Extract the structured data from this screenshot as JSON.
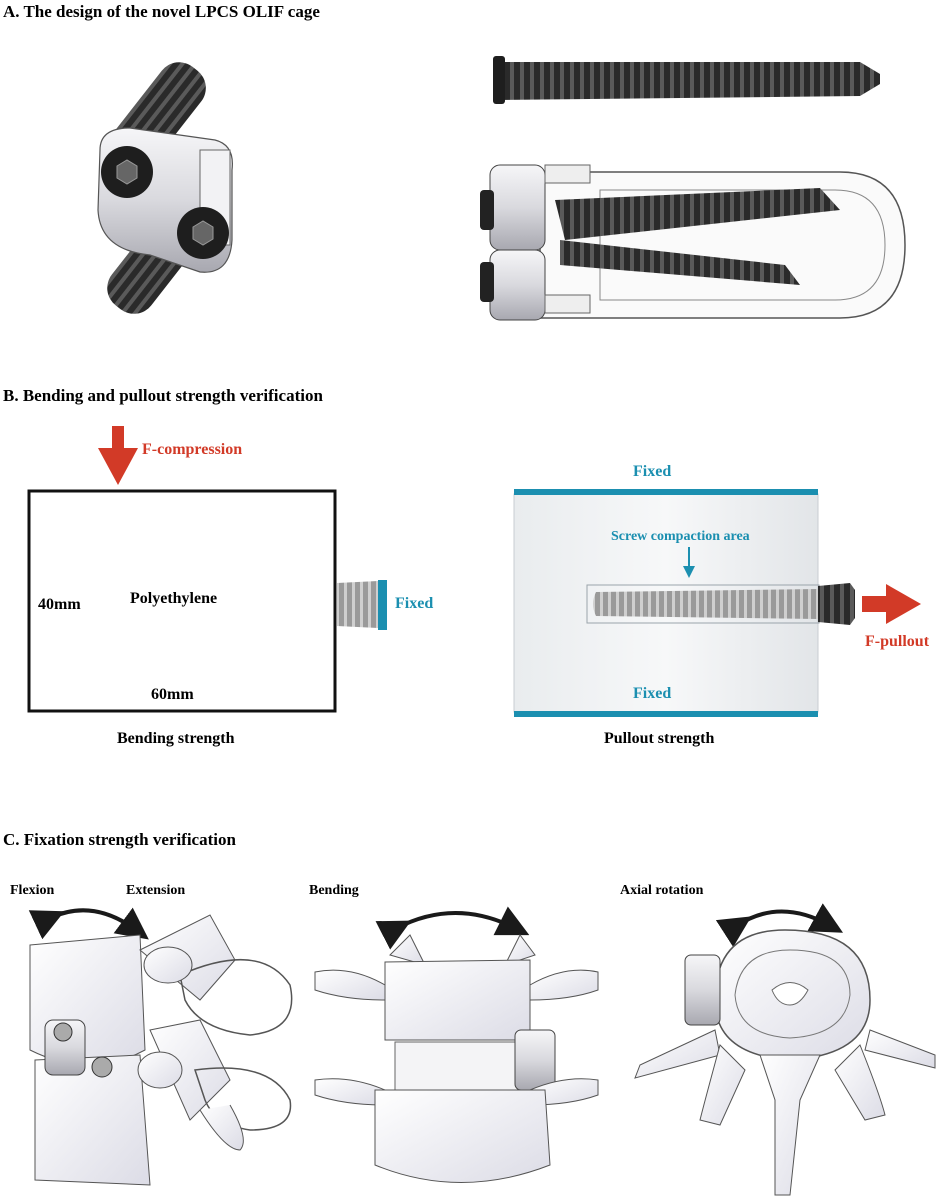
{
  "panels": {
    "a": {
      "title": "A. The design of the novel LPCS OLIF cage"
    },
    "b": {
      "title": "B. Bending and pullout strength verification",
      "bending": {
        "force": "F-compression",
        "height": "40mm",
        "material": "Polyethylene",
        "width": "60mm",
        "fixed": "Fixed",
        "caption": "Bending strength"
      },
      "pullout": {
        "fixed_top": "Fixed",
        "area": "Screw compaction area",
        "force": "F-pullout",
        "fixed_bottom": "Fixed",
        "caption": "Pullout strength"
      }
    },
    "c": {
      "title": "C. Fixation strength verification",
      "labels": {
        "flexion": "Flexion",
        "extension": "Extension",
        "bending": "Bending",
        "axial": "Axial rotation"
      }
    }
  },
  "colors": {
    "force_red": "#d23a27",
    "fixed_teal": "#1b8fb0"
  }
}
